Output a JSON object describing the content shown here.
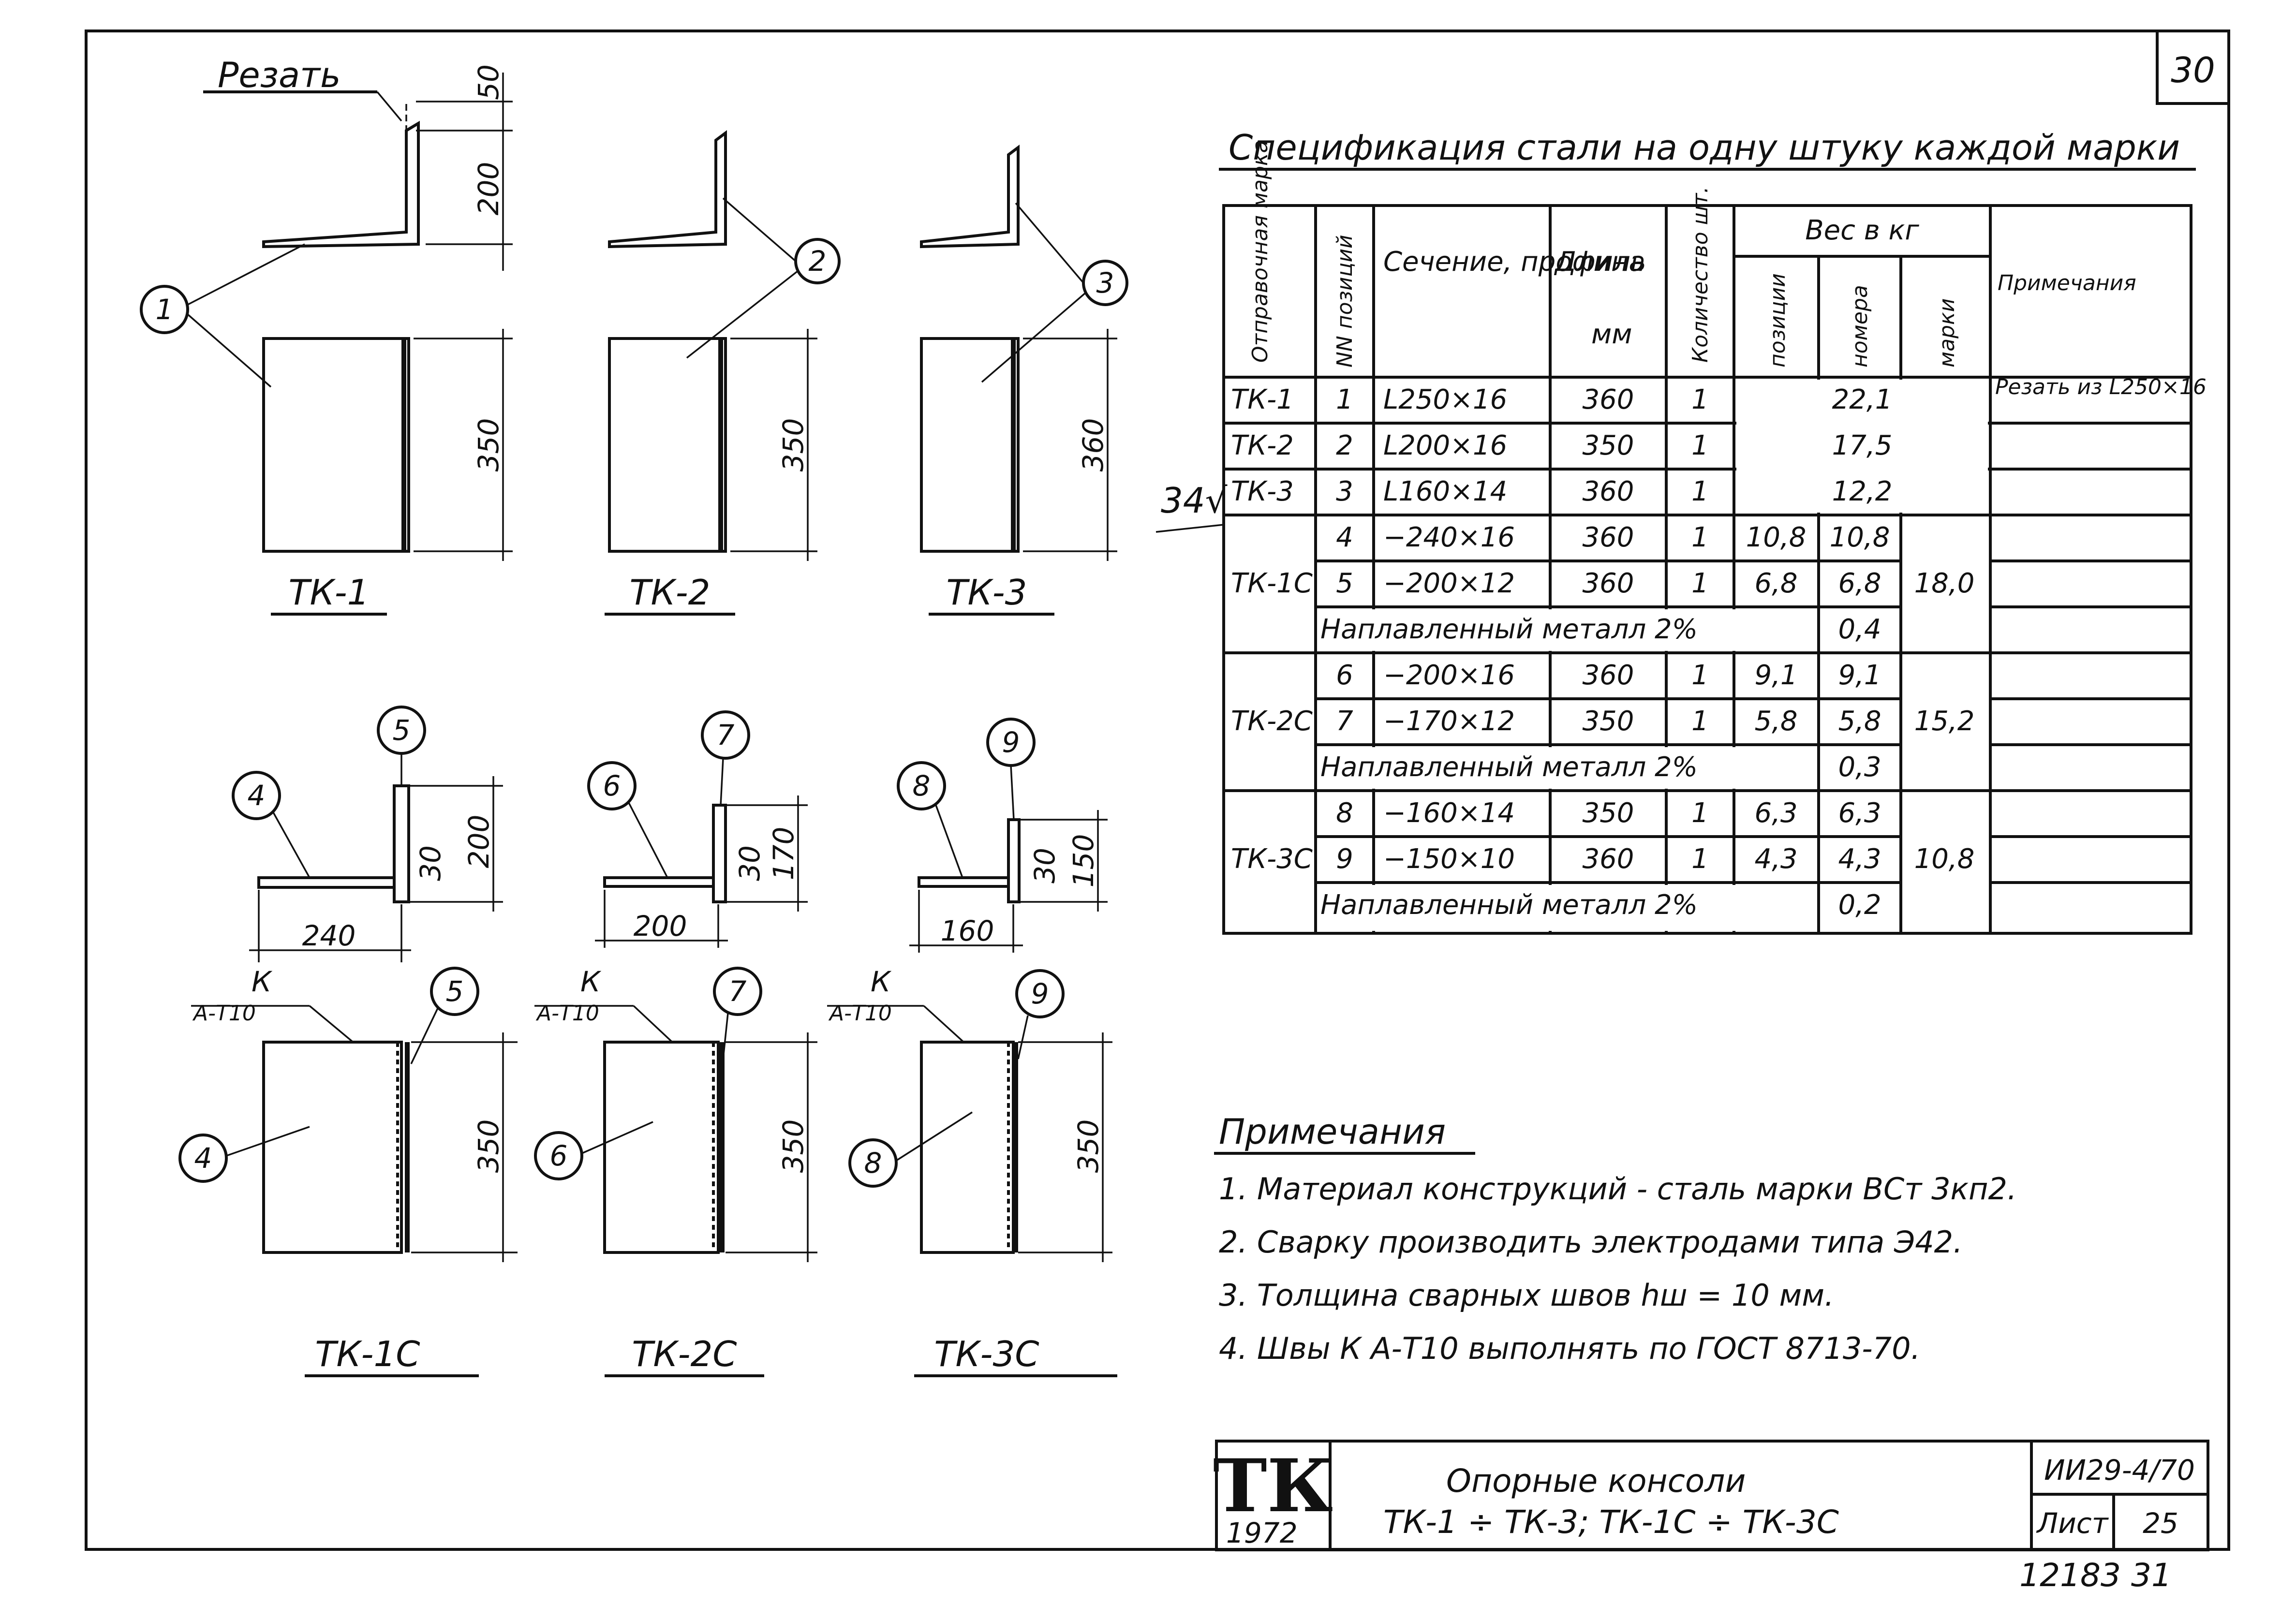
{
  "page_number": "30",
  "drawings": {
    "cut_label": "Резать",
    "top": {
      "marks": [
        "ТК-1",
        "ТК-2",
        "ТК-3"
      ],
      "positions": [
        "1",
        "2",
        "3"
      ],
      "dims": {
        "tk1": [
          "50",
          "200",
          "350"
        ],
        "tk2": [
          "350"
        ],
        "tk3": [
          "360"
        ]
      }
    },
    "bottom": {
      "marks": [
        "ТК-1С",
        "ТК-2С",
        "ТК-3С"
      ],
      "weld_symbol": "А-Т10",
      "weld_mark": "К",
      "tk1c": {
        "positions": [
          "4",
          "5",
          "5",
          "4"
        ],
        "dims": [
          "200",
          "30",
          "240",
          "350"
        ]
      },
      "tk2c": {
        "positions": [
          "6",
          "7",
          "7",
          "6"
        ],
        "dims": [
          "170",
          "30",
          "200",
          "350"
        ]
      },
      "tk3c": {
        "positions": [
          "8",
          "9",
          "9",
          "8"
        ],
        "dims": [
          "150",
          "30",
          "160",
          "350"
        ]
      }
    }
  },
  "spec": {
    "title": "Спецификация стали на одну штуку каждой марки",
    "side_mark": "34√",
    "headers": {
      "mark": "Отправочная марка",
      "pos": "NN позиций",
      "section": "Сечение, профиль",
      "length": "Длина",
      "length_unit": "мм",
      "qty": "Количество шт.",
      "weight": "Вес в кг",
      "w_pos": "позиции",
      "w_num": "номера",
      "w_mark": "марки",
      "note": "Примечания"
    },
    "rows": [
      {
        "mark": "ТК-1",
        "pos": "1",
        "section": "L250×16",
        "length": "360",
        "qty": "1",
        "weight": "22,1",
        "note": "Резать из L250×16"
      },
      {
        "mark": "ТК-2",
        "pos": "2",
        "section": "L200×16",
        "length": "350",
        "qty": "1",
        "weight": "17,5",
        "note": ""
      },
      {
        "mark": "ТК-3",
        "pos": "3",
        "section": "L160×14",
        "length": "360",
        "qty": "1",
        "weight": "12,2",
        "note": ""
      }
    ],
    "groups": [
      {
        "mark": "ТК-1С",
        "total": "18,0",
        "rows": [
          {
            "pos": "4",
            "section": "−240×16",
            "length": "360",
            "qty": "1",
            "w_pos": "10,8",
            "w_num": "10,8"
          },
          {
            "pos": "5",
            "section": "−200×12",
            "length": "360",
            "qty": "1",
            "w_pos": "6,8",
            "w_num": "6,8"
          }
        ],
        "weld": {
          "label": "Наплавленный металл 2%",
          "value": "0,4"
        }
      },
      {
        "mark": "ТК-2С",
        "total": "15,2",
        "rows": [
          {
            "pos": "6",
            "section": "−200×16",
            "length": "360",
            "qty": "1",
            "w_pos": "9,1",
            "w_num": "9,1"
          },
          {
            "pos": "7",
            "section": "−170×12",
            "length": "350",
            "qty": "1",
            "w_pos": "5,8",
            "w_num": "5,8"
          }
        ],
        "weld": {
          "label": "Наплавленный металл 2%",
          "value": "0,3"
        }
      },
      {
        "mark": "ТК-3С",
        "total": "10,8",
        "rows": [
          {
            "pos": "8",
            "section": "−160×14",
            "length": "350",
            "qty": "1",
            "w_pos": "6,3",
            "w_num": "6,3"
          },
          {
            "pos": "9",
            "section": "−150×10",
            "length": "360",
            "qty": "1",
            "w_pos": "4,3",
            "w_num": "4,3"
          }
        ],
        "weld": {
          "label": "Наплавленный металл 2%",
          "value": "0,2"
        }
      }
    ]
  },
  "notes": {
    "title": "Примечания",
    "items": [
      "1. Материал конструкций - сталь марки ВСт 3кп2.",
      "2. Сварку производить электродами типа Э42.",
      "3. Толщина сварных швов hш = 10 мм.",
      "4. Швы К А-Т10 выполнять по ГОСТ 8713-70."
    ]
  },
  "stamp": {
    "series": "ТК",
    "year": "1972",
    "title_line1": "Опорные консоли",
    "title_line2": "ТК-1 ÷ ТК-3; ТК-1С ÷ ТК-3С",
    "code": "ИИ29-4/70",
    "sheet_label": "Лист",
    "sheet_number": "25",
    "inventory": "12183  31"
  }
}
